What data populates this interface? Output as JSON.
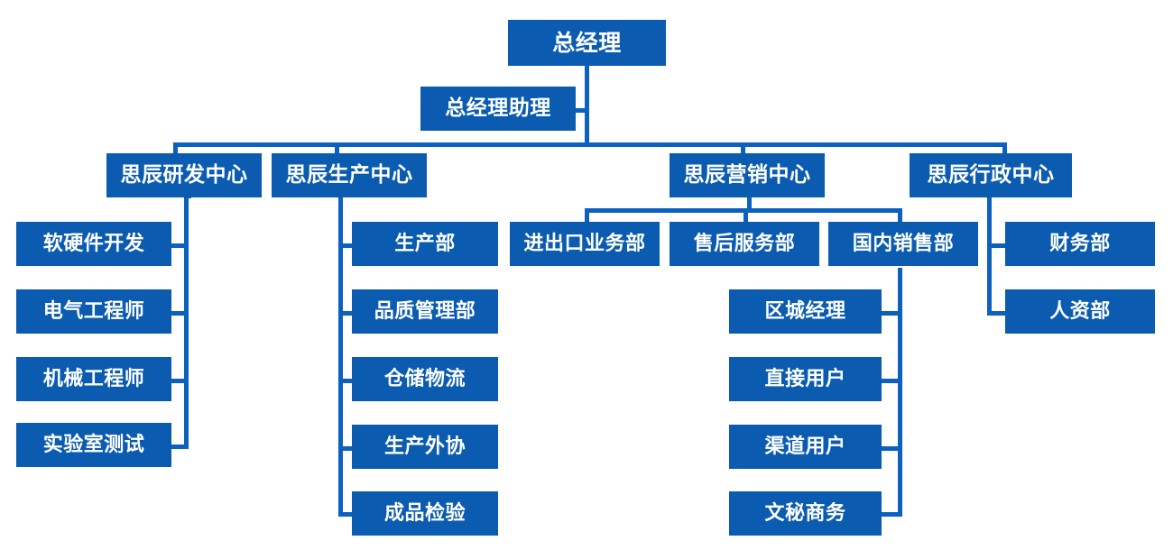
{
  "diagram": {
    "title": "",
    "type": "organization-chart",
    "colors": {
      "node_fill": "#0b5cb0",
      "connector": "#0b61bd",
      "node_text": "#ffffff",
      "background": "#ffffff"
    }
  },
  "nodes": {
    "general_manager": "总经理",
    "gm_assistant": "总经理助理",
    "rd_center": "思辰研发中心",
    "production_center": "思辰生产中心",
    "marketing_center": "思辰营销中心",
    "admin_center": "思辰行政中心",
    "rd_children": [
      "软硬件开发",
      "电气工程师",
      "机械工程师",
      "实验室测试"
    ],
    "production_children": [
      "生产部",
      "品质管理部",
      "仓储物流",
      "生产外协",
      "成品检验"
    ],
    "marketing_children": [
      "进出口业务部",
      "售后服务部",
      "国内销售部"
    ],
    "domestic_sales_children": [
      "区城经理",
      "直接用户",
      "渠道用户",
      "文秘商务"
    ],
    "admin_children": [
      "财务部",
      "人资部"
    ]
  }
}
